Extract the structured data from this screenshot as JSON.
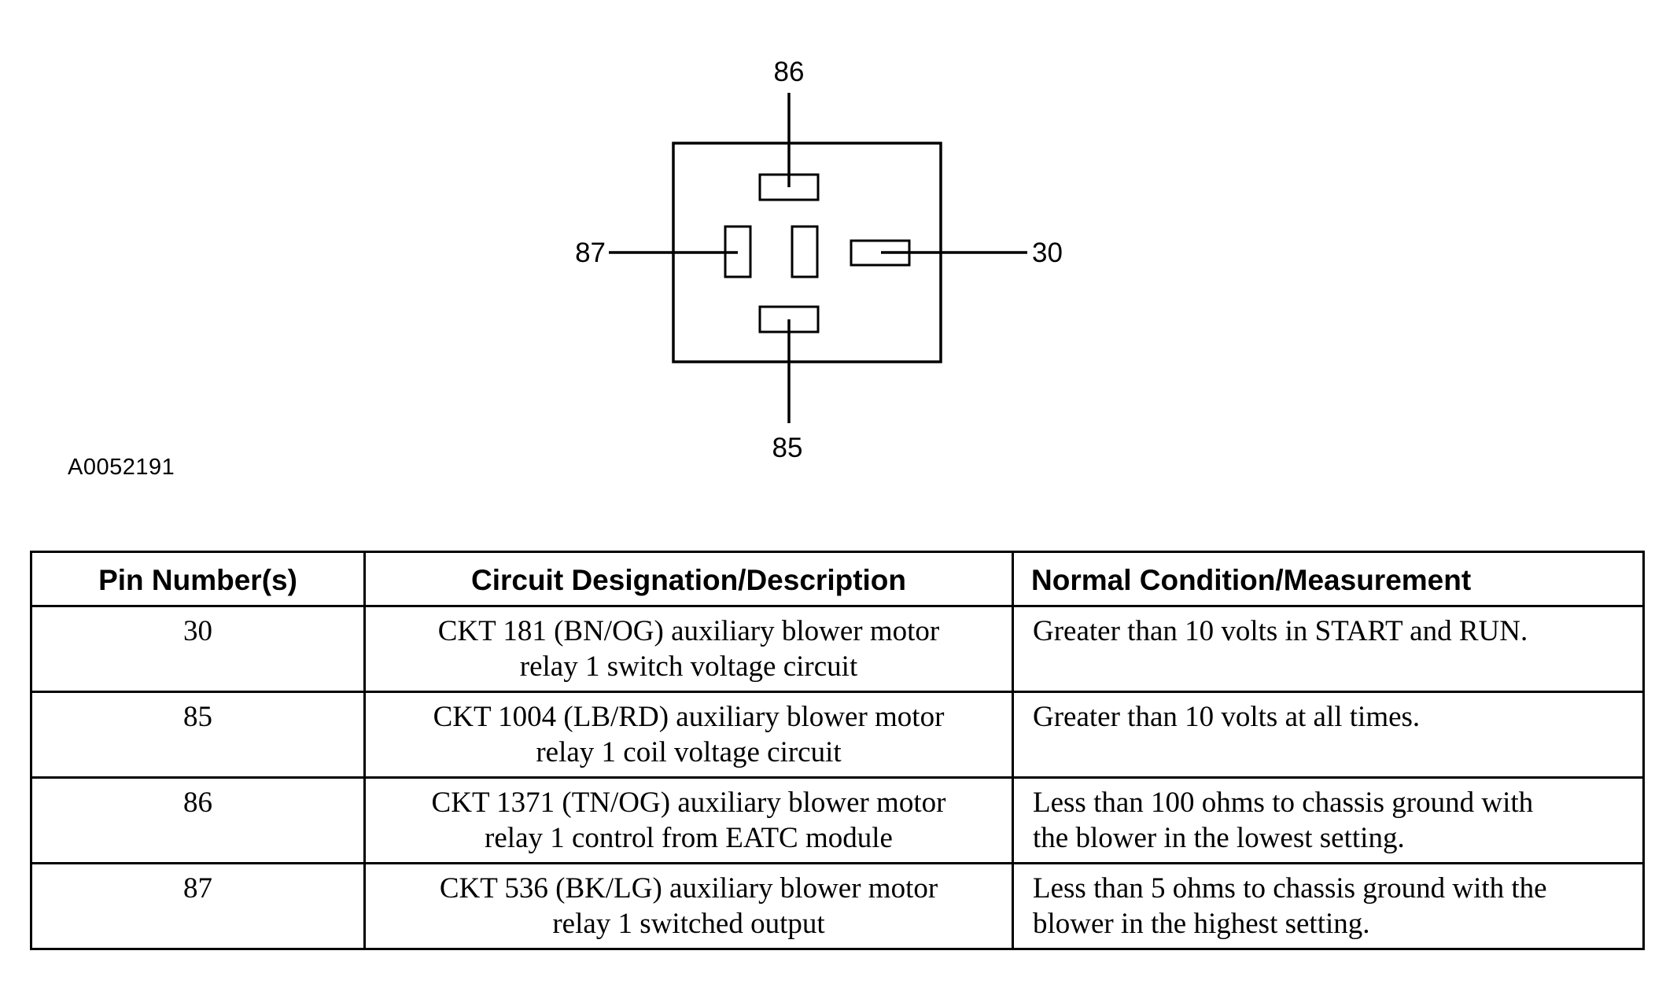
{
  "figure": {
    "id": "A0052191",
    "pins": {
      "top": "86",
      "left": "87",
      "right": "30",
      "bottom": "85"
    }
  },
  "table": {
    "headers": [
      "Pin Number(s)",
      "Circuit Designation/Description",
      "Normal Condition/Measurement"
    ],
    "rows": [
      {
        "pin": "30",
        "desc_line1": "CKT 181 (BN/OG) auxiliary blower motor",
        "desc_line2": "relay 1 switch voltage circuit",
        "cond_line1": "Greater than 10 volts in START and RUN.",
        "cond_line2": ""
      },
      {
        "pin": "85",
        "desc_line1": "CKT 1004 (LB/RD) auxiliary blower motor",
        "desc_line2": "relay 1 coil voltage circuit",
        "cond_line1": "Greater than 10 volts at all times.",
        "cond_line2": ""
      },
      {
        "pin": "86",
        "desc_line1": "CKT 1371 (TN/OG) auxiliary blower motor",
        "desc_line2": "relay 1 control from EATC module",
        "cond_line1": "Less than 100 ohms to chassis ground with",
        "cond_line2": "the blower in the lowest setting."
      },
      {
        "pin": "87",
        "desc_line1": "CKT 536 (BK/LG) auxiliary blower motor",
        "desc_line2": "relay 1 switched output",
        "cond_line1": "Less than 5 ohms to chassis ground with the",
        "cond_line2": "blower in the highest setting."
      }
    ]
  }
}
